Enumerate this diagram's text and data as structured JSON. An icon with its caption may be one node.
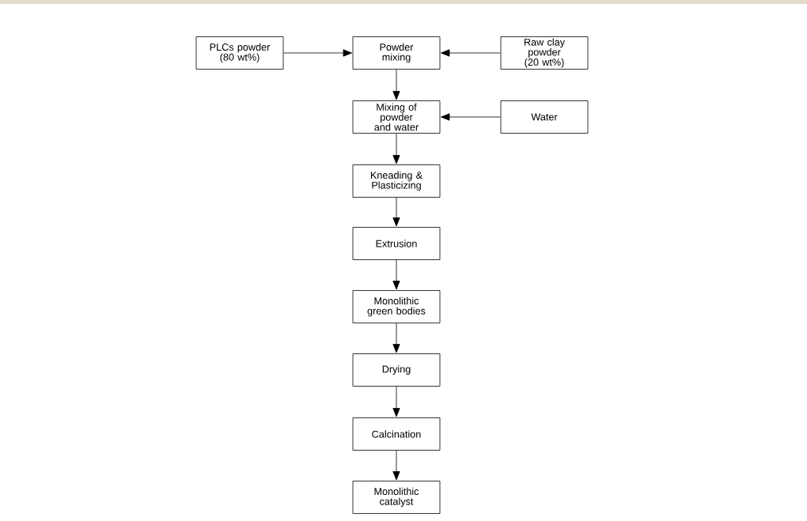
{
  "diagram": {
    "nodes": [
      {
        "text": [
          "PLCs powder (80 wt%)"
        ]
      },
      {
        "text": [
          "Powder mixing"
        ]
      },
      {
        "text": [
          "Raw clay powder (20 wt%)"
        ]
      },
      {
        "text": [
          "Mixing of powder and water"
        ]
      },
      {
        "text": [
          "Water"
        ]
      },
      {
        "text": [
          "Kneading & Plasticizing"
        ]
      },
      {
        "text": [
          "Extrusion"
        ]
      },
      {
        "text": [
          "Monolithic green bodies"
        ]
      },
      {
        "text": [
          "Drying"
        ]
      },
      {
        "text": [
          "Calcination"
        ]
      },
      {
        "text": [
          "Monolithic catalyst"
        ]
      }
    ],
    "edges": [
      {
        "from": 0,
        "to": 1,
        "arrow": "to"
      },
      {
        "from": 2,
        "to": 1,
        "arrow": "to"
      },
      {
        "from": 1,
        "to": 3,
        "arrow": "to"
      },
      {
        "from": 4,
        "to": 3,
        "arrow": "to"
      },
      {
        "from": 3,
        "to": 5,
        "arrow": "to"
      },
      {
        "from": 5,
        "to": 6,
        "arrow": "to"
      },
      {
        "from": 6,
        "to": 7,
        "arrow": "to"
      },
      {
        "from": 7,
        "to": 8,
        "arrow": "to"
      },
      {
        "from": 8,
        "to": 9,
        "arrow": "to"
      },
      {
        "from": 9,
        "to": 10,
        "arrow": "to"
      }
    ]
  }
}
